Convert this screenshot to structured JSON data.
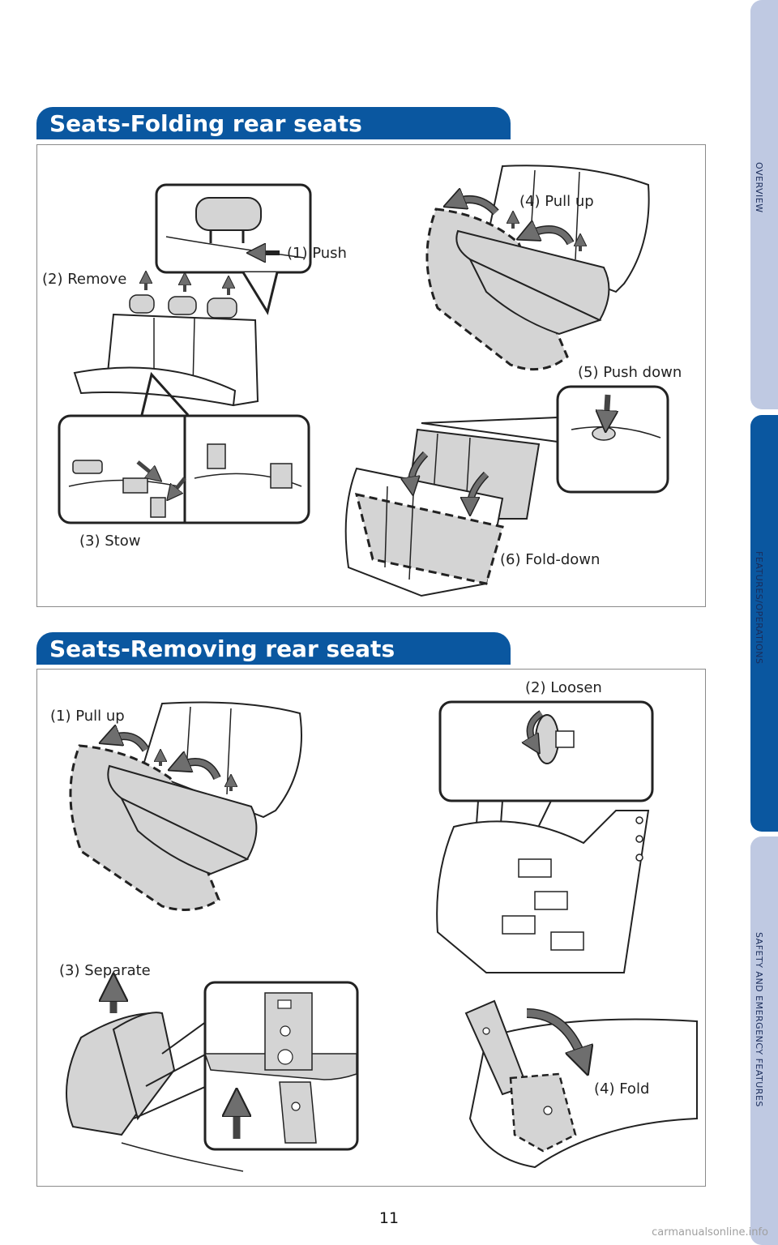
{
  "colors": {
    "header_blue": "#0a57a0",
    "side_tab_light": "#bfc9e2",
    "side_tab_active": "#0a57a0",
    "seat_fill": "#d4d4d4",
    "arrow_fill": "#6e6e6e"
  },
  "side_tabs": [
    {
      "label": "OVERVIEW",
      "active": false
    },
    {
      "label": "FEATURES/OPERATIONS",
      "active": true
    },
    {
      "label": "SAFETY AND EMERGENCY FEATURES",
      "active": false
    }
  ],
  "section1": {
    "title": "Seats-Folding rear seats",
    "steps": {
      "push": "(1) Push",
      "remove": "(2) Remove",
      "stow": "(3) Stow",
      "pull_up": "(4) Pull up",
      "push_down": "(5) Push down",
      "fold_down": "(6) Fold-down"
    }
  },
  "section2": {
    "title": "Seats-Removing rear seats",
    "steps": {
      "pull_up": "(1) Pull up",
      "loosen": "(2) Loosen",
      "separate": "(3) Separate",
      "fold": "(4) Fold"
    }
  },
  "page_number": "11",
  "watermark": "carmanualsonline.info"
}
